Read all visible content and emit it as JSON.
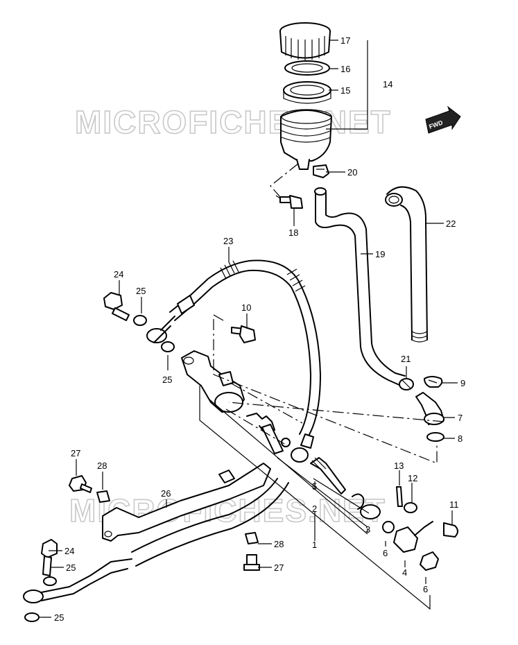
{
  "watermark": {
    "text": "MICROFICHES.NET"
  },
  "fwd_badge": {
    "text": "FWD"
  },
  "labels": {
    "p1": "1",
    "p2": "2",
    "p3": "3",
    "p4": "4",
    "p5": "5",
    "p6a": "6",
    "p6b": "6",
    "p7": "7",
    "p8": "8",
    "p9": "9",
    "p10": "10",
    "p11": "11",
    "p12": "12",
    "p13": "13",
    "p14": "14",
    "p15": "15",
    "p16": "16",
    "p17": "17",
    "p18": "18",
    "p19": "19",
    "p20": "20",
    "p21": "21",
    "p22": "22",
    "p23": "23",
    "p24a": "24",
    "p24b": "24",
    "p25a": "25",
    "p25b": "25",
    "p25c": "25",
    "p25d": "25",
    "p26": "26",
    "p27a": "27",
    "p27b": "27",
    "p28a": "28",
    "p28b": "28"
  }
}
